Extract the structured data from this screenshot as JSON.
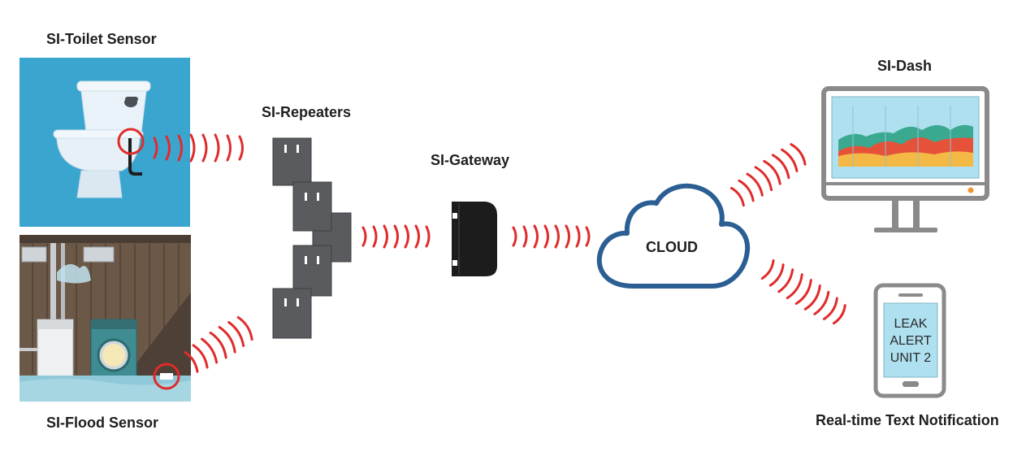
{
  "labels": {
    "toilet_sensor": "SI-Toilet Sensor",
    "flood_sensor": "SI-Flood Sensor",
    "repeaters": "SI-Repeaters",
    "gateway": "SI-Gateway",
    "dash": "SI-Dash",
    "notification": "Real-time Text Notification",
    "cloud": "CLOUD"
  },
  "phone_message": [
    "LEAK",
    "ALERT",
    "UNIT 2"
  ],
  "colors": {
    "signal": "#e02b2b",
    "cloud_stroke": "#2b5f93",
    "toilet_bg": "#3aa6d0",
    "device_gray": "#5a5b5e",
    "gateway_black": "#1c1c1c",
    "monitor_gray": "#8a8a8a",
    "chart_teal": "#3aa98f",
    "chart_red": "#e6513a",
    "chart_yellow": "#f4b944"
  }
}
